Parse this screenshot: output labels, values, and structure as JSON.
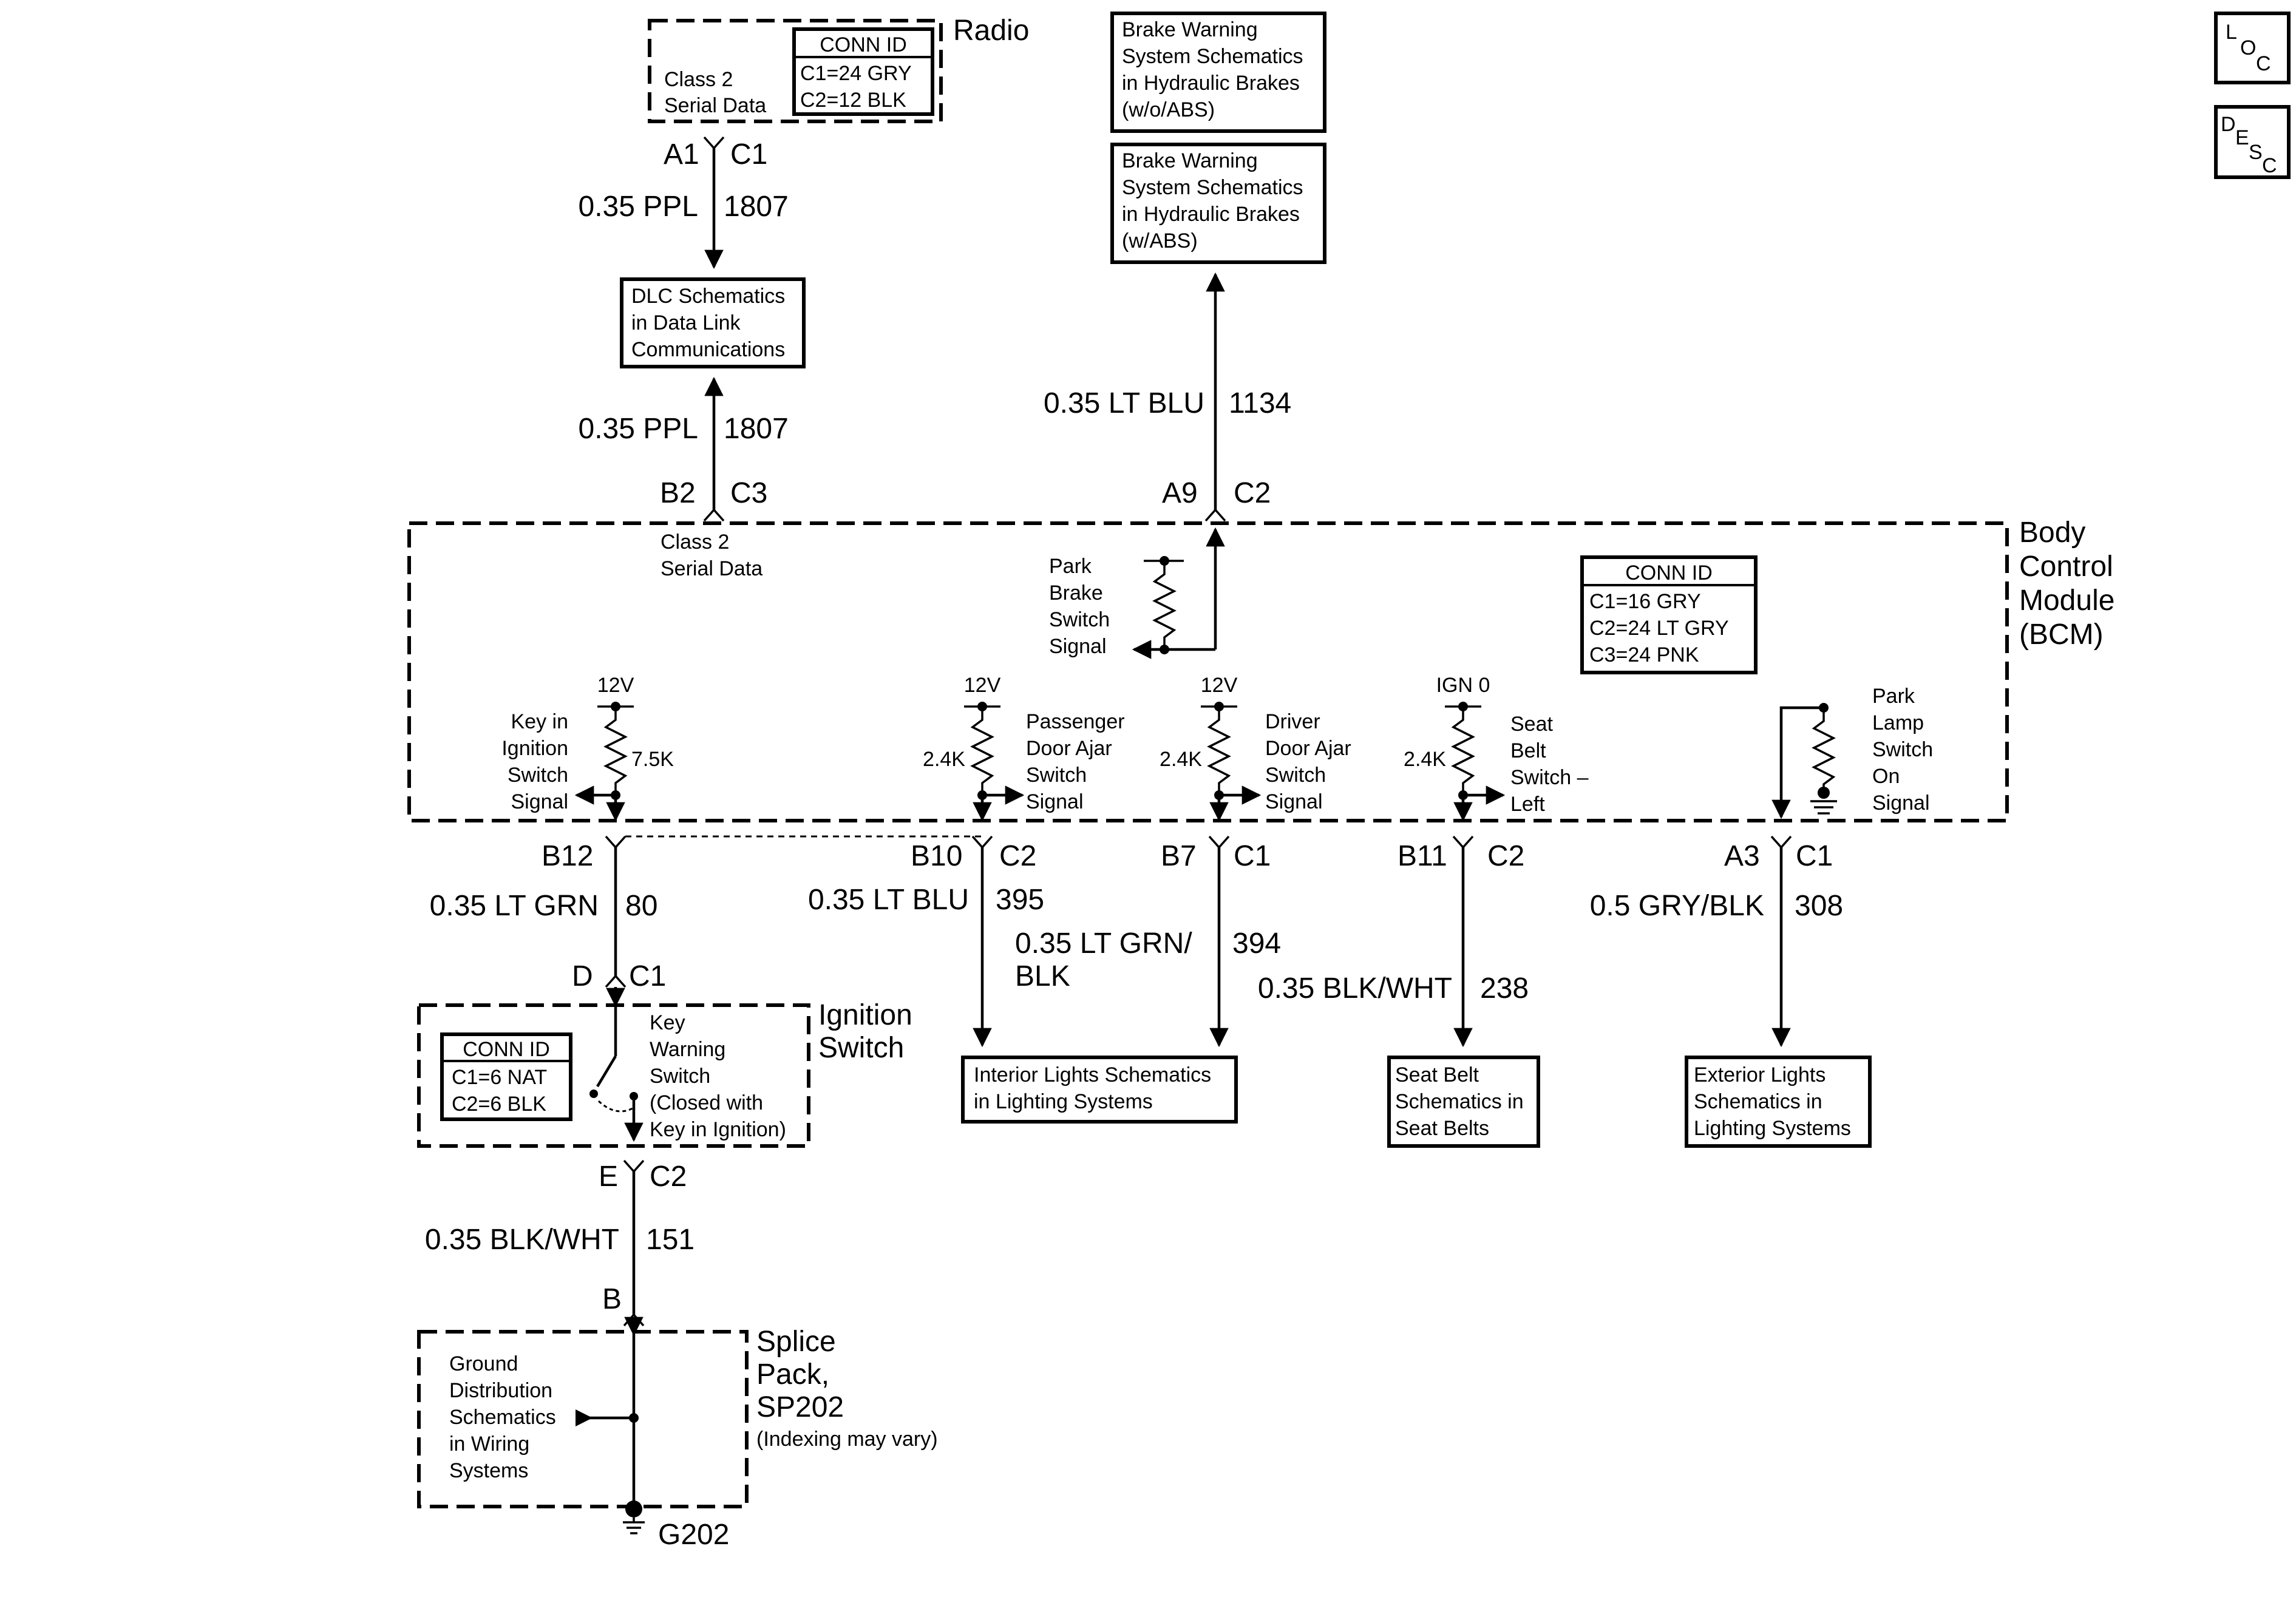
{
  "radio": {
    "title": "Radio",
    "signal": [
      "Class 2",
      "Serial Data"
    ],
    "conn_id": {
      "header": "CONN ID",
      "rows": [
        "C1=24 GRY",
        "C2=12 BLK"
      ]
    },
    "pin": "A1",
    "conn": "C1"
  },
  "wire_1807_top": {
    "gauge": "0.35 PPL",
    "circuit": "1807"
  },
  "dlc": {
    "lines": [
      "DLC Schematics",
      "in Data Link",
      "Communications"
    ]
  },
  "wire_1807_bot": {
    "gauge": "0.35 PPL",
    "circuit": "1807"
  },
  "bcm_class2": {
    "pin": "B2",
    "conn": "C3",
    "signal": [
      "Class 2",
      "Serial Data"
    ]
  },
  "brake_wo_abs": {
    "lines": [
      "Brake Warning",
      "System Schematics",
      "in Hydraulic Brakes",
      "(w/o/ABS)"
    ]
  },
  "brake_w_abs": {
    "lines": [
      "Brake Warning",
      "System Schematics",
      "in Hydraulic Brakes",
      "(w/ABS)"
    ]
  },
  "wire_1134": {
    "gauge": "0.35 LT BLU",
    "circuit": "1134"
  },
  "park_brake": {
    "pin": "A9",
    "conn": "C2",
    "label": [
      "Park",
      "Brake",
      "Switch",
      "Signal"
    ]
  },
  "bcm": {
    "title": [
      "Body",
      "Control",
      "Module",
      "(BCM)"
    ],
    "conn_id": {
      "header": "CONN ID",
      "rows": [
        "C1=16 GRY",
        "C2=24 LT GRY",
        "C3=24 PNK"
      ]
    }
  },
  "key_in_ign": {
    "supply": "12V",
    "resistor": "7.5K",
    "label": [
      "Key in",
      "Ignition",
      "Switch",
      "Signal"
    ],
    "pin": "B12"
  },
  "pass_door": {
    "supply": "12V",
    "resistor": "2.4K",
    "label": [
      "Passenger",
      "Door Ajar",
      "Switch",
      "Signal"
    ],
    "pin": "B10",
    "conn": "C2"
  },
  "drv_door": {
    "supply": "12V",
    "resistor": "2.4K",
    "label": [
      "Driver",
      "Door Ajar",
      "Switch",
      "Signal"
    ],
    "pin": "B7",
    "conn": "C1"
  },
  "seat_belt": {
    "supply": "IGN 0",
    "resistor": "2.4K",
    "label": [
      "Seat",
      "Belt",
      "Switch –",
      "Left"
    ],
    "pin": "B11",
    "conn": "C2"
  },
  "park_lamp": {
    "label": [
      "Park",
      "Lamp",
      "Switch",
      "On",
      "Signal"
    ],
    "pin": "A3",
    "conn": "C1"
  },
  "wire_80": {
    "gauge": "0.35 LT GRN",
    "circuit": "80"
  },
  "wire_395": {
    "gauge": "0.35 LT BLU",
    "circuit": "395"
  },
  "wire_394": {
    "gauge": [
      "0.35 LT GRN/",
      "BLK"
    ],
    "circuit": "394"
  },
  "wire_238": {
    "gauge": "0.35 BLK/WHT",
    "circuit": "238"
  },
  "wire_308": {
    "gauge": "0.5 GRY/BLK",
    "circuit": "308"
  },
  "interior": {
    "lines": [
      "Interior Lights Schematics",
      "in Lighting Systems"
    ]
  },
  "seat_belts_box": {
    "lines": [
      "Seat Belt",
      "Schematics in",
      "Seat Belts"
    ]
  },
  "exterior": {
    "lines": [
      "Exterior Lights",
      "Schematics in",
      "Lighting Systems"
    ]
  },
  "ignition_switch": {
    "title": [
      "Ignition",
      "Switch"
    ],
    "top_pin": "D",
    "top_conn": "C1",
    "conn_id": {
      "header": "CONN ID",
      "rows": [
        "C1=6 NAT",
        "C2=6 BLK"
      ]
    },
    "switch_label": [
      "Key",
      "Warning",
      "Switch",
      "(Closed with",
      "Key in Ignition)"
    ],
    "bot_pin": "E",
    "bot_conn": "C2"
  },
  "wire_151": {
    "gauge": "0.35 BLK/WHT",
    "circuit": "151"
  },
  "splice": {
    "pin": "B",
    "title": [
      "Splice",
      "Pack,",
      "SP202"
    ],
    "note": "(Indexing may vary)",
    "ground_lines": [
      "Ground",
      "Distribution",
      "Schematics",
      "in Wiring",
      "Systems"
    ],
    "ground": "G202"
  },
  "icons": {
    "loc": [
      "L",
      "O",
      "C"
    ],
    "desc": [
      "D",
      "E",
      "S",
      "C"
    ]
  }
}
